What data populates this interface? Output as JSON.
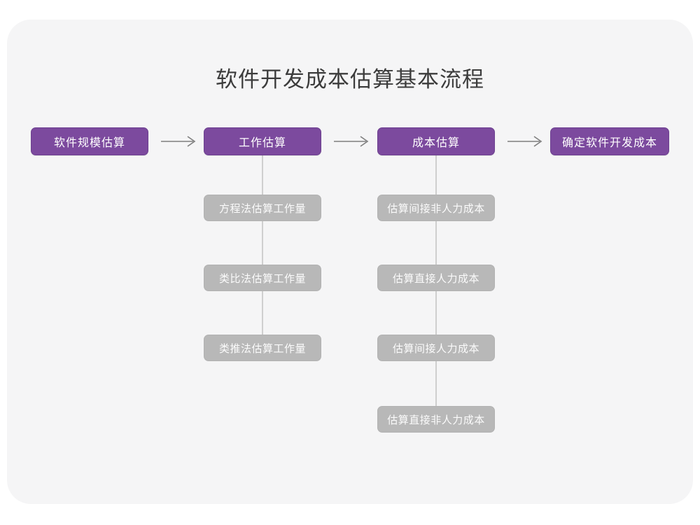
{
  "page": {
    "title": "软件开发成本估算基本流程",
    "card_color": "#f5f5f6",
    "page_background": "#ffffff",
    "title_color": "#3c3c3c",
    "primary_color": "#7c4a9e",
    "secondary_color": "#b8b8b8",
    "connector_color": "#cfcfcf"
  },
  "flow": {
    "main_steps": [
      {
        "label": "软件规模估算"
      },
      {
        "label": "工作估算"
      },
      {
        "label": "成本估算"
      },
      {
        "label": "确定软件开发成本"
      }
    ],
    "arrows": [
      {
        "name": "arrow-1",
        "glyph": "→"
      },
      {
        "name": "arrow-2",
        "glyph": "→"
      },
      {
        "name": "arrow-3",
        "glyph": "→"
      }
    ],
    "sub_steps": {
      "work_estimation": [
        {
          "label": "方程法估算工作量"
        },
        {
          "label": "类比法估算工作量"
        },
        {
          "label": "类推法估算工作量"
        }
      ],
      "cost_estimation": [
        {
          "label": "估算间接非人力成本"
        },
        {
          "label": "估算直接人力成本"
        },
        {
          "label": "估算间接人力成本"
        },
        {
          "label": "估算直接非人力成本"
        }
      ]
    }
  }
}
